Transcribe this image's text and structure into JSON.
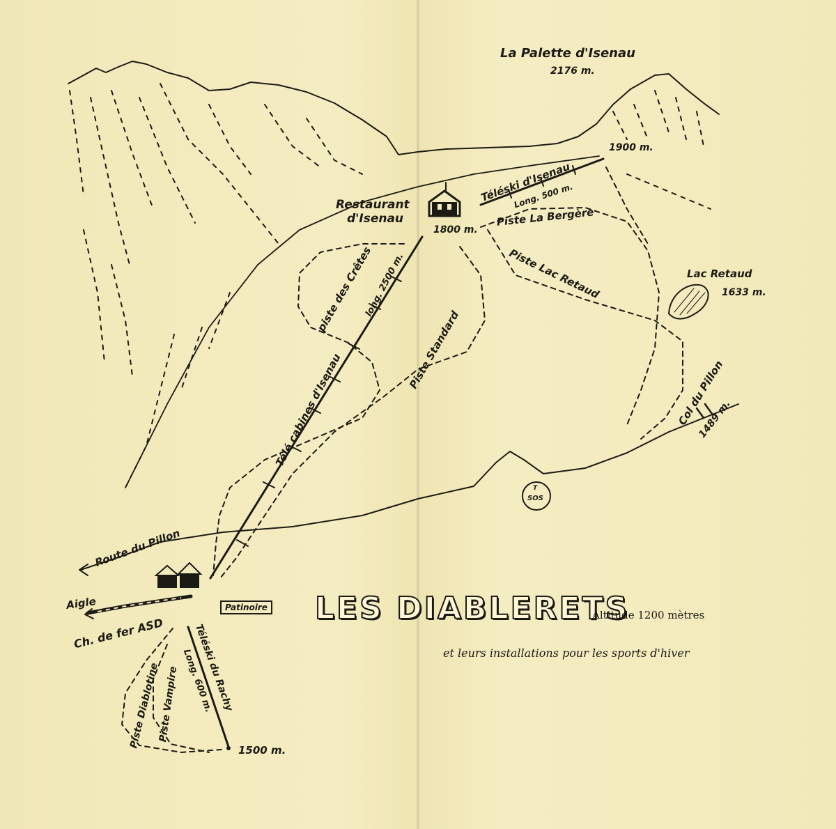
{
  "title": "LES DIABLERETS",
  "altitude": "Altitude 1200 mètres",
  "subtitle": "et leurs installations pour les sports d'hiver",
  "labels": {
    "peak_name": "La Palette d'Isenau",
    "peak_alt": "2176 m.",
    "top_station_alt": "1900 m.",
    "teleski_isenau": "Téléski d'Isenau",
    "teleski_isenau_len": "Long. 500 m.",
    "restaurant_line1": "Restaurant",
    "restaurant_line2": "d'Isenau",
    "restaurant_alt": "1800 m.",
    "piste_bergere": "Piste La Bergère",
    "piste_lac_retaud": "Piste Lac Retaud",
    "lac_retaud": "Lac Retaud",
    "lac_retaud_alt": "1633 m.",
    "piste_cretes": "piste des Crêtes",
    "gondola_len": "long. 2500 m.",
    "gondola": "Télé cabines d'Isenau",
    "piste_standard": "Piste Standard",
    "col_du_pillon": "Col du Pillon",
    "col_alt": "1489 m.",
    "sos": "SOS",
    "sos_t": "T",
    "route_du_pillon": "Route du Pillon",
    "patinoire": "Patinoire",
    "aigle": "Aigle",
    "railway": "Ch. de fer ASD",
    "piste_diablotine": "Piste Diablotine",
    "piste_vampire": "Piste Vampire",
    "teleski_rachy": "Téléski du Rachy",
    "teleski_rachy_len": "Long. 600 m.",
    "base_alt": "1500 m."
  }
}
